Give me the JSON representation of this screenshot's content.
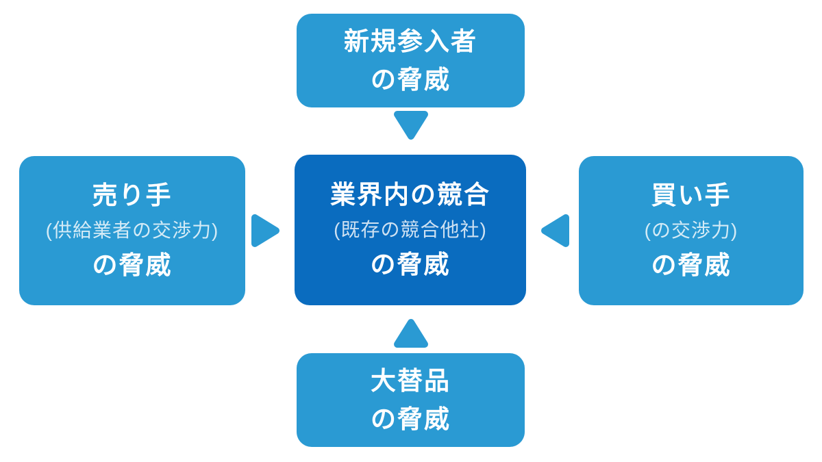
{
  "diagram": {
    "name": "five-forces-diagram",
    "language": "ja",
    "colors": {
      "light_blue": "#2A9AD3",
      "dark_blue": "#0A6CBF",
      "background": "#FFFFFF",
      "text_primary": "#FFFFFF"
    },
    "boxes": {
      "top": {
        "line1": "新規参入者",
        "line2": "の脅威"
      },
      "left": {
        "line1": "売り手",
        "sub": "(供給業者の交渉力)",
        "line2": "の脅威"
      },
      "center": {
        "line1": "業界内の競合",
        "sub": "(既存の競合他社)",
        "line2": "の脅威"
      },
      "right": {
        "line1": "買い手",
        "sub": "(の交渉力)",
        "line2": "の脅威"
      },
      "bottom": {
        "line1": "大替品",
        "line2": "の脅威"
      }
    },
    "arrows": [
      {
        "name": "arrow-down-icon",
        "direction": "down",
        "from": "top",
        "to": "center"
      },
      {
        "name": "arrow-right-icon",
        "direction": "right",
        "from": "left",
        "to": "center"
      },
      {
        "name": "arrow-left-icon",
        "direction": "left",
        "from": "right",
        "to": "center"
      },
      {
        "name": "arrow-up-icon",
        "direction": "up",
        "from": "bottom",
        "to": "center"
      }
    ]
  }
}
